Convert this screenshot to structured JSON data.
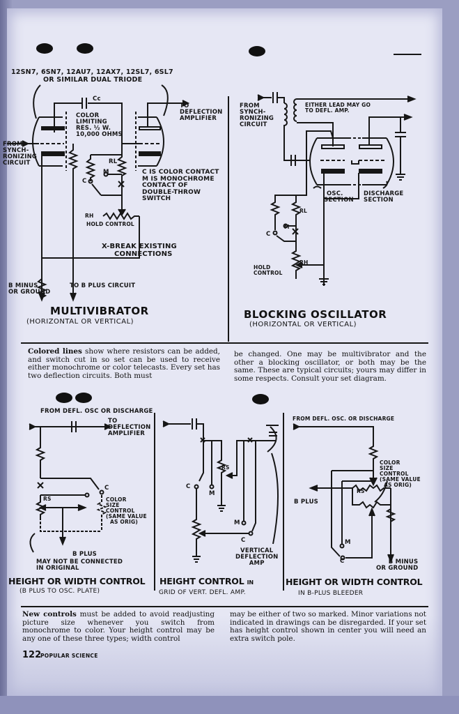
{
  "publication": {
    "page_number": "122",
    "magazine": "POPULAR SCIENCE"
  },
  "multivibrator": {
    "tube_label_line1": "12SN7, 6SN7, 12AU7, 12AX7, 12SL7, 6SL7",
    "tube_label_line2": "OR SIMILAR DUAL TRIODE",
    "cap_label": "Cc",
    "to_deflection": [
      "TO",
      "DEFLECTION",
      "AMPLIFIER"
    ],
    "color_limiting": [
      "COLOR",
      "LIMITING",
      "RES. ½ W.",
      "10,000 OHMS"
    ],
    "from_sync": [
      "FROM",
      "SYNCH-",
      "RONIZING",
      "CIRCUIT"
    ],
    "rl": "RL",
    "m": "M",
    "c": "C",
    "switch_note": [
      "C IS COLOR CONTACT",
      "M IS MONOCHROME",
      "CONTACT OF",
      "DOUBLE-THROW",
      "SWITCH"
    ],
    "rh": "RH",
    "hold_control": "HOLD CONTROL",
    "x_break": [
      "X-BREAK EXISTING",
      "CONNECTIONS"
    ],
    "b_minus": [
      "B MINUS",
      "OR GROUND"
    ],
    "to_b_plus": "TO B PLUS CIRCUIT",
    "title": "MULTIVIBRATOR",
    "subtitle": "(HORIZONTAL OR VERTICAL)"
  },
  "blocking_oscillator": {
    "from_sync": [
      "FROM",
      "SYNCH-",
      "RONIZING",
      "CIRCUIT"
    ],
    "either_lead": [
      "EITHER LEAD MAY GO",
      "TO DEFL. AMP."
    ],
    "osc_section": [
      "OSC.",
      "SECTION"
    ],
    "discharge_section": [
      "DISCHARGE",
      "SECTION"
    ],
    "rl": "RL",
    "m": "M",
    "c": "C",
    "rh": "RH",
    "hold_control": [
      "HOLD",
      "CONTROL"
    ],
    "title": "BLOCKING OSCILLATOR",
    "subtitle": "(HORIZONTAL OR VERTICAL)"
  },
  "caption_top": {
    "lead": "Colored lines",
    "col1": " show where resistors can be added, and switch cut in so set can be used to receive either monochrome or color telecasts. Every set has two deflection circuits. Both must",
    "col2": "be changed. One may be multivibrator and the other a blocking oscillator, or both may be the same. These are typical circuits; yours may differ in some respects. Consult your set diagram."
  },
  "height_width_plate": {
    "from_defl": "FROM DEFL. OSC OR DISCHARGE",
    "to_deflection": [
      "TO",
      "DEFLECTION",
      "AMPLIFIER"
    ],
    "rs": "RS",
    "c": "C",
    "color_size": [
      "COLOR",
      "SIZE",
      "CONTROL",
      "(SAME VALUE",
      "AS ORIG)"
    ],
    "b_plus": "B PLUS",
    "may_not": [
      "MAY NOT BE CONNECTED",
      "IN ORIGINAL"
    ],
    "title": "HEIGHT OR WIDTH CONTROL",
    "subtitle": "(B PLUS TO OSC. PLATE)"
  },
  "height_grid": {
    "rs": "RS",
    "c": "C",
    "m": "M",
    "m2": "M",
    "c2": "C",
    "vertical_defl": [
      "VERTICAL",
      "DEFLECTION",
      "AMP"
    ],
    "title": "HEIGHT CONTROL",
    "title_suffix": "IN",
    "subtitle": "GRID OF VERT. DEFL. AMP."
  },
  "height_width_bleeder": {
    "from_defl": "FROM DEFL. OSC. OR DISCHARGE",
    "color_size": [
      "COLOR",
      "SIZE",
      "CONTROL",
      "(SAME VALUE",
      "AS ORIG)"
    ],
    "rs": "RS",
    "b_plus": "B PLUS",
    "m": "M",
    "c": "C",
    "b_minus": [
      "B MINUS",
      "OR GROUND"
    ],
    "title": "HEIGHT OR WIDTH CONTROL",
    "subtitle": "IN B-PLUS BLEEDER"
  },
  "caption_bottom": {
    "lead": "New controls",
    "col1": " must be added to avoid readjusting picture size whenever you switch from monochrome to color. Your height control may be any one of these three types; width control",
    "col2": "may be either of two so marked. Minor variations not indicated in drawings can be disregarded. If your set has height control shown in center you will need an extra switch pole."
  }
}
